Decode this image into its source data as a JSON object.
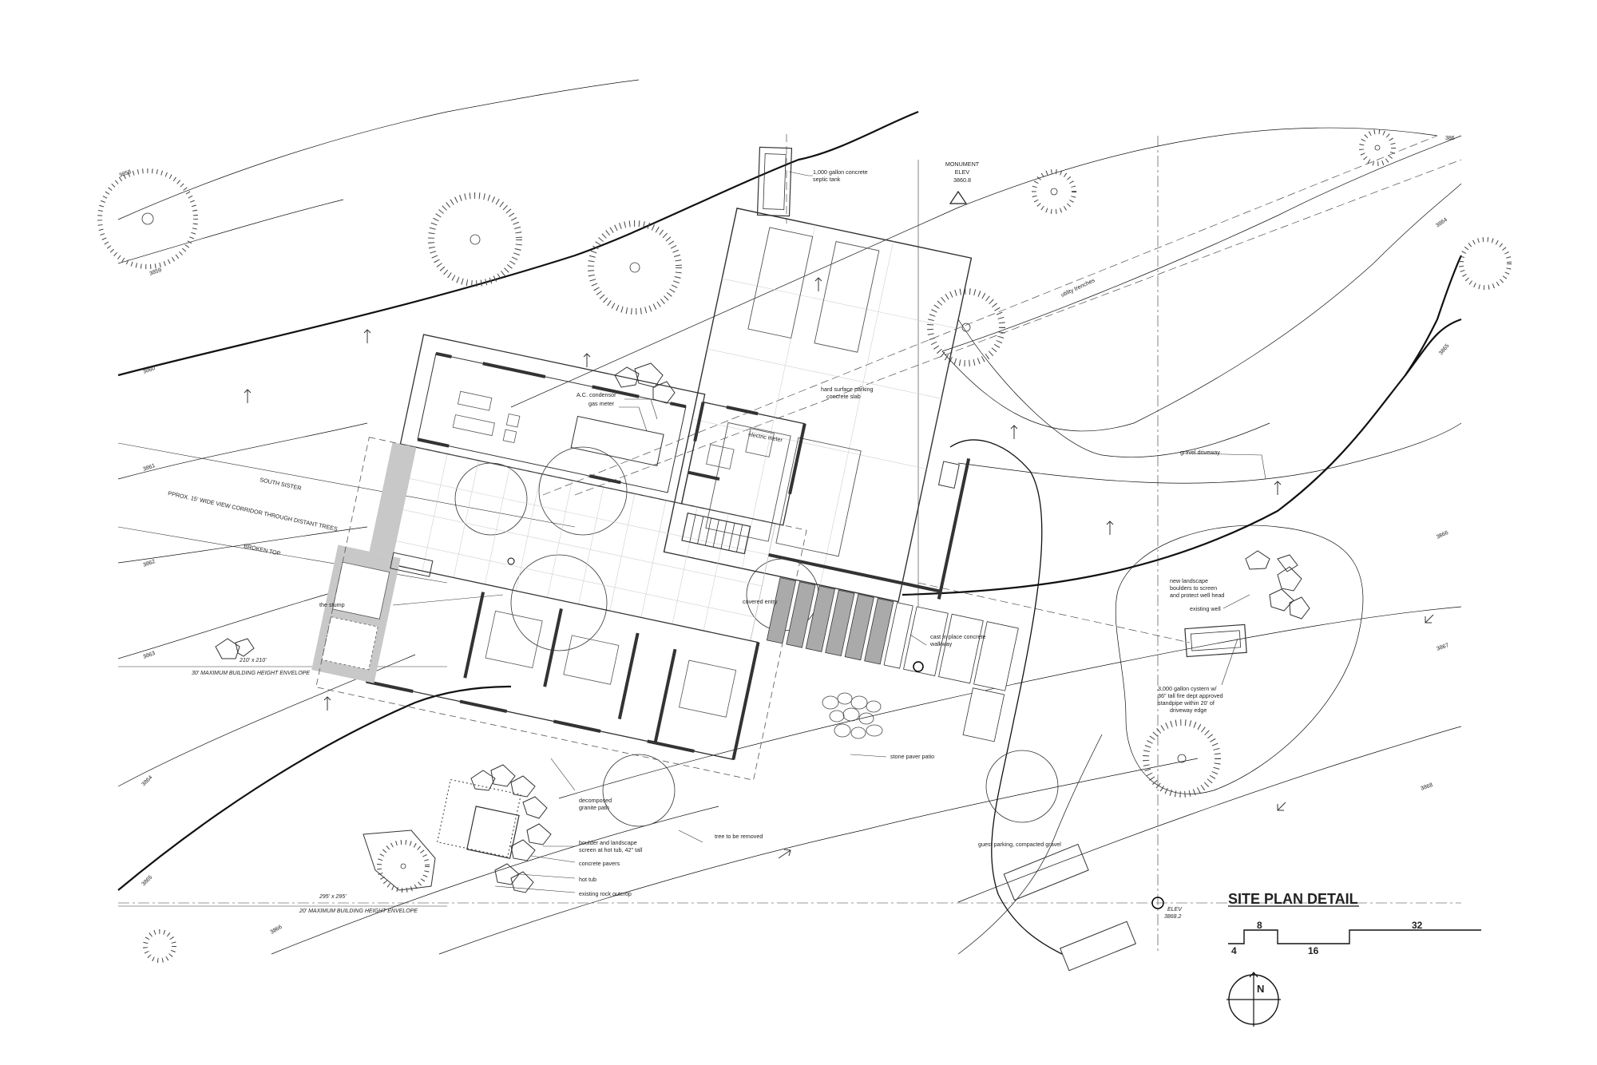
{
  "title": "SITE PLAN DETAIL",
  "scale_bar": {
    "labels": [
      "8",
      "32",
      "4",
      "16"
    ]
  },
  "north_arrow": {
    "label": "N"
  },
  "contours": [
    "3858",
    "3859",
    "3860",
    "3861",
    "3862",
    "3863",
    "3864",
    "3865",
    "3866",
    "3864",
    "3865",
    "3866",
    "3867",
    "3868",
    "3866",
    "386"
  ],
  "callouts": {
    "septic": "1,000 gallon concrete septic tank",
    "monument": "MONUMENT",
    "monument_elev": "ELEV",
    "monument_value": "3860.8",
    "utility": "utility trenches",
    "parking": "hard surface parking concrete slab",
    "ac": "A.C. condensor",
    "gas": "gas meter",
    "electric": "electric meter",
    "gravel": "gravel driveway",
    "south_sister": "SOUTH SISTER",
    "view_corridor": "PPROX. 15' WIDE VIEW CORRIDOR THROUGH DISTANT TREES",
    "broken_top": "BROKEN TOP",
    "stump": "the stump",
    "envelope_dims": "210' x 210'",
    "envelope_30": "30' MAXIMUM BUILDING HEIGHT ENVELOPE",
    "covered_entry": "covered entry",
    "walkway": "cast in place concrete walkway",
    "boulders": "new landscape boulders to screen and protect well head",
    "well": "existing well",
    "cystern": "3,000 gallon cystern w/ 36\" tall fire dept approved standpipe within 20' of driveway edge",
    "stone_patio": "stone paver patio",
    "granite": "decomposed granite path",
    "tree_removed": "tree to be removed",
    "boulder_screen": "boulder and landscape screen at hot tub, 42\" tall",
    "pavers": "concrete pavers",
    "hot_tub": "hot tub",
    "rock": "existing rock outcrop",
    "guest": "guest parking, compacted gravel",
    "envelope_dims2": "295' x 295'",
    "envelope_20": "20' MAXIMUM BUILDING HEIGHT ENVELOPE",
    "elev": "ELEV",
    "elev_value": "3868.2"
  }
}
